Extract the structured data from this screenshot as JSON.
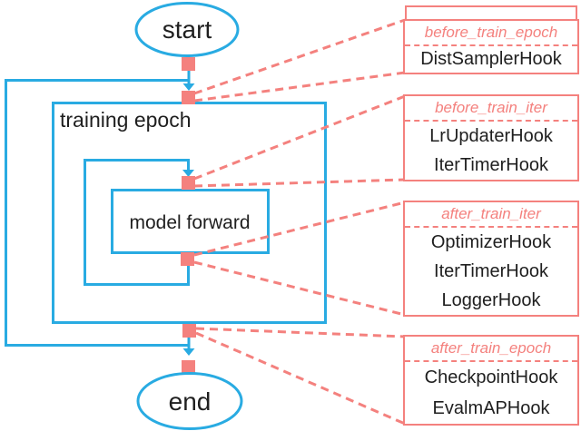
{
  "colors": {
    "flow_blue": "#29abe2",
    "hook_coral": "#f4817e",
    "text": "#1f1f1f",
    "background": "#ffffff"
  },
  "flowchart": {
    "start_label": "start",
    "end_label": "end",
    "epoch_loop_label": "training epoch",
    "model_forward_label": "model forward"
  },
  "hook_panels": [
    {
      "title": "before_train_epoch",
      "hooks": [
        "DistSamplerHook"
      ]
    },
    {
      "title": "before_train_iter",
      "hooks": [
        "LrUpdaterHook",
        "IterTimerHook"
      ]
    },
    {
      "title": "after_train_iter",
      "hooks": [
        "OptimizerHook",
        "IterTimerHook",
        "LoggerHook"
      ]
    },
    {
      "title": "after_train_epoch",
      "hooks": [
        "CheckpointHook",
        "EvalmAPHook"
      ]
    }
  ]
}
